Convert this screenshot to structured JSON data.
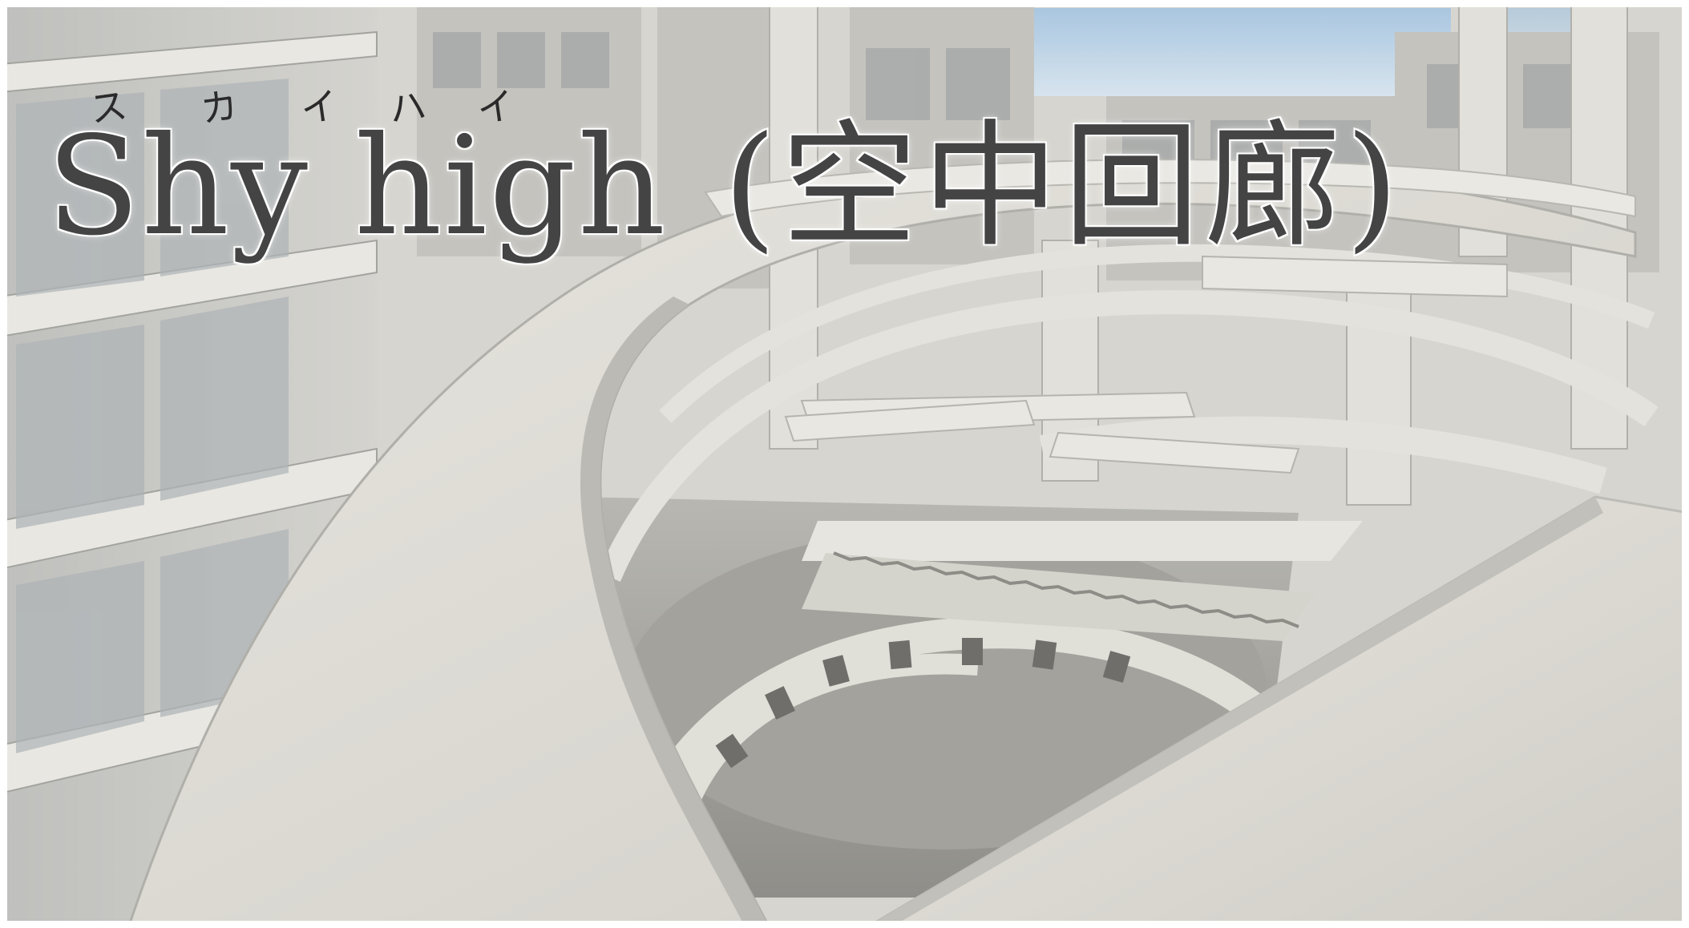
{
  "title": {
    "latin": "Shy high",
    "japanese": "(空中回廊)"
  },
  "ruby": [
    "ス",
    "カ",
    "イ",
    "ハ",
    "イ"
  ],
  "colors": {
    "concrete": "#dcdad3",
    "shadow": "#9c9b95",
    "sky": "#b8d1e6",
    "glass": "#c9cdd1"
  }
}
